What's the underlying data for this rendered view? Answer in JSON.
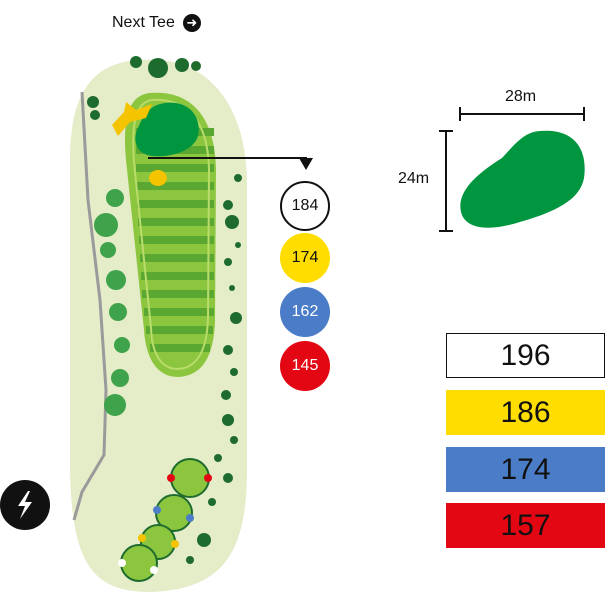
{
  "header": {
    "next_tee_label": "Next Tee",
    "next_tee_icon": "arrow-right-circle-icon"
  },
  "distances": [
    {
      "label": "184",
      "color": "#ffffff"
    },
    {
      "label": "174",
      "color": "#ffdd00"
    },
    {
      "label": "162",
      "color": "#4a7cc7"
    },
    {
      "label": "145",
      "color": "#e30613"
    }
  ],
  "green": {
    "width_label": "28m",
    "depth_label": "24m"
  },
  "yardages": [
    {
      "label": "196",
      "color": "#ffffff"
    },
    {
      "label": "186",
      "color": "#ffdd00"
    },
    {
      "label": "174",
      "color": "#4a7cc7"
    },
    {
      "label": "157",
      "color": "#e30613"
    }
  ],
  "hazard_icon": "lightning-icon",
  "colors": {
    "rough": "#e4ecc8",
    "fairway": "#8cc63f",
    "fairway_dark": "#5aa832",
    "green": "#009640",
    "tree": "#3ea34a",
    "bunker": "#f5c400",
    "path": "#9a9a9a"
  }
}
